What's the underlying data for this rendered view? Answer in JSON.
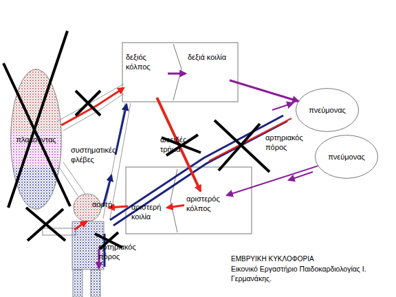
{
  "diagram": {
    "title": "ΕΜΒΡΥΙΚΗ ΚΥΚΛΟΦΟΡΙΑ",
    "caption": "Εικονικό Εργαστήριο Παιδοκαρδιολογίας Ι. Γερμανάκης.",
    "nodes": [
      {
        "text": [
          "δεξιός κόλπος"
        ]
      },
      {
        "text": [
          "δεξιά κοιλία"
        ]
      },
      {
        "text": [
          "πνεύμονας"
        ]
      },
      {
        "text": [
          "πνεύμονας"
        ]
      },
      {
        "text": [
          "αριστερός κόλπος"
        ]
      },
      {
        "text": [
          "αριστερή κοιλία"
        ]
      },
      {
        "text": [
          "πλακούντας"
        ]
      }
    ],
    "edges": [
      {
        "from": 0,
        "to": 1,
        "arrow": "to"
      },
      {
        "from": 1,
        "to": 2,
        "arrow": "to"
      },
      {
        "from": 3,
        "to": 4,
        "arrow": "to"
      },
      {
        "from": 4,
        "to": 5,
        "arrow": "to"
      },
      {
        "from": 6,
        "to": 0,
        "arrow": "to"
      },
      {
        "from": 0,
        "to": 4,
        "label": "ωοειδές τρήμα",
        "arrow": "to"
      }
    ],
    "labels": [
      "συστηματικές φλέβες",
      "αρτηριακός πόρος",
      "αορτή",
      "αρτηριακός πόρος"
    ]
  }
}
